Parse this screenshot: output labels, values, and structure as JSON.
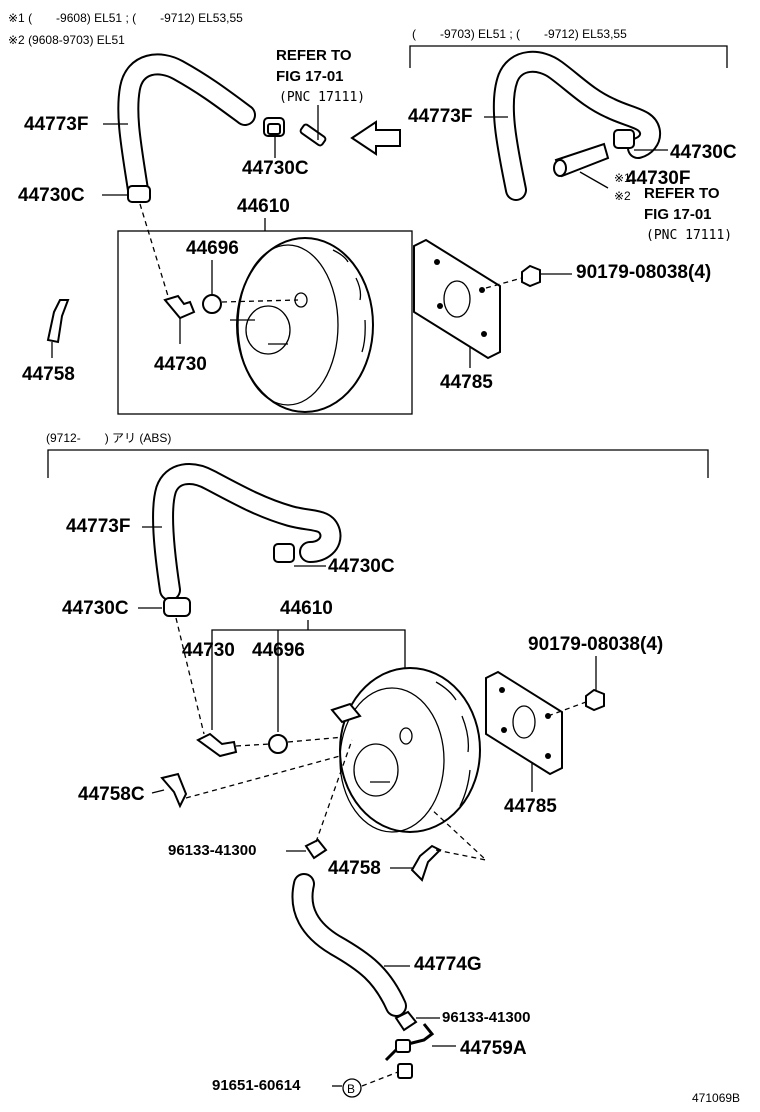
{
  "notes": {
    "note1": "※1 (　　-9608) EL51 ; (　　-9712) EL53,55",
    "note2": "※2 (9608-9703) EL51",
    "variant_top_right": "(　　-9703) EL51 ; (　　-9712) EL53,55",
    "variant_bottom": "(9712-　　) アリ (ABS)"
  },
  "refer": {
    "line1": "REFER TO",
    "line2": "FIG 17-01",
    "pnc": "(PNC 17111)",
    "mark_f": "※1",
    "mark_r": "※2"
  },
  "parts": {
    "p44773f": "44773F",
    "p44730c": "44730C",
    "p44730f": "44730F",
    "p44610": "44610",
    "p44696": "44696",
    "p44730": "44730",
    "p44758": "44758",
    "p44758c": "44758C",
    "p44785": "44785",
    "p90179": "90179-08038(4)",
    "p96133": "96133-41300",
    "p44774g": "44774G",
    "p44759a": "44759A",
    "p91651": "91651-60614",
    "b_mark": "B"
  },
  "figure_id": "471069B"
}
